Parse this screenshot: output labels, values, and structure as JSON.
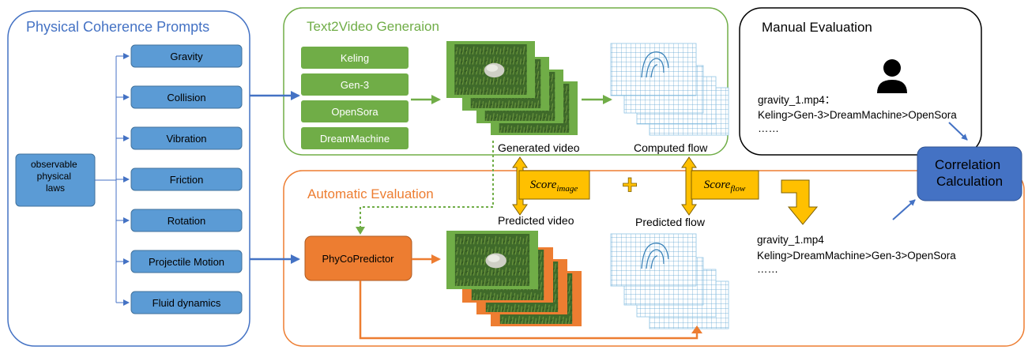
{
  "panels": {
    "prompts": {
      "title": "Physical Coherence Prompts"
    },
    "t2v": {
      "title": "Text2Video Generaion"
    },
    "manual": {
      "title": "Manual Evaluation"
    },
    "auto": {
      "title": "Automatic Evaluation"
    }
  },
  "root_node": {
    "lines": [
      "observable",
      "physical",
      "laws"
    ]
  },
  "laws": [
    "Gravity",
    "Collision",
    "Vibration",
    "Friction",
    "Rotation",
    "Projectile Motion",
    "Fluid dynamics"
  ],
  "models": [
    "Keling",
    "Gen-3",
    "OpenSora",
    "DreamMachine"
  ],
  "predictor": {
    "label": "PhyCoPredictor"
  },
  "captions": {
    "generated_video": "Generated video",
    "computed_flow": "Computed flow",
    "predicted_video": "Predicted video",
    "predicted_flow": "Predicted flow"
  },
  "scores": {
    "image": {
      "base": "Score",
      "sub": "image"
    },
    "flow": {
      "base": "Score",
      "sub": "flow"
    }
  },
  "plus_sign": "+",
  "manual_ranking": {
    "lines": [
      "gravity_1.mp4：",
      "Keling>Gen-3>DreamMachine>OpenSora",
      "……"
    ]
  },
  "auto_ranking": {
    "lines": [
      "gravity_1.mp4",
      "Keling>DreamMachine>Gen-3>OpenSora",
      "……"
    ]
  },
  "correlation": {
    "lines": [
      "Correlation",
      "Calculation"
    ]
  },
  "icons": {
    "evaluator": "person-icon"
  },
  "colors": {
    "blue_border": "#4472c4",
    "law_fill": "#5b9bd5",
    "green_border": "#70ad47",
    "orange_border": "#ed7d31",
    "gold": "#ffc000",
    "blue_title": "#4472c4",
    "green_title": "#70ad47",
    "orange_title": "#ed7d31",
    "correlation_fill": "#4472c4",
    "flow_grid": "#5ba3d0"
  }
}
